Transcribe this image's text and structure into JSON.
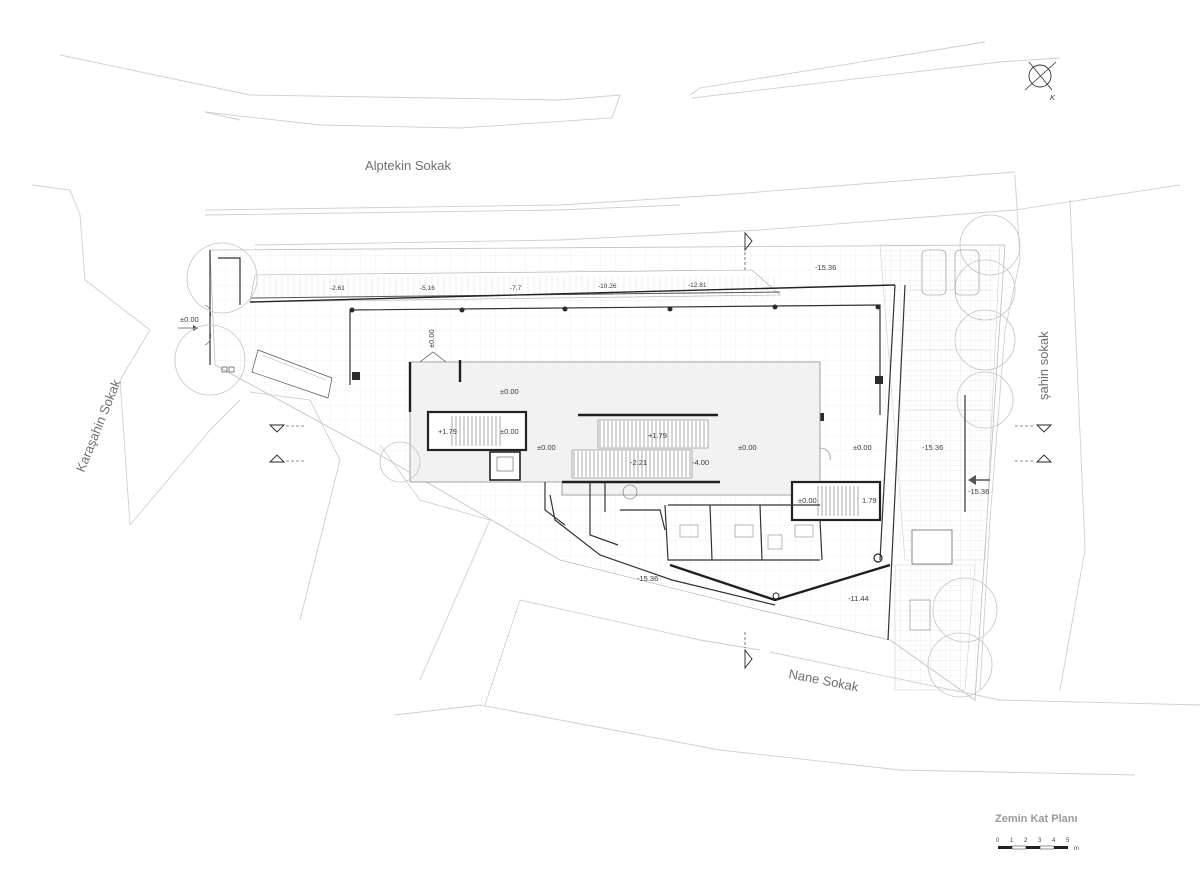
{
  "streets": {
    "north": "Alptekin Sokak",
    "west": "Karaşahin Sokak",
    "east": "şahin sokak",
    "south": "Nane Sokak"
  },
  "ramp_levels": [
    "-2.61",
    "-5.16",
    "-7.7",
    "-10.26",
    "-12.81"
  ],
  "levels": {
    "entrance_west": "±0.00",
    "entrance_top": "±0.00",
    "hall_a": "±0.00",
    "hall_b": "±0.00",
    "hall_c": "±0.00",
    "hall_d": "±0.00",
    "stair_w_up": "+1.79",
    "stair_w_dn": "±0.00",
    "stair_c_up": "+1.79",
    "stair_c_dn": "-2.21",
    "stair_c_dn2": "-4.00",
    "stair_e_a": "±0.00",
    "stair_e_b": "1.79",
    "yard_ne": "-15.36",
    "yard_e": "-15.36",
    "yard_e_arrow": "-15.36",
    "yard_s": "-15.36",
    "yard_se": "-11.44"
  },
  "title": "Zemin Kat Planı",
  "scale": {
    "ticks": [
      "0",
      "1",
      "2",
      "3",
      "4",
      "5"
    ],
    "unit": "m"
  },
  "north_mark": "K",
  "colors": {
    "wall": "#1f1f1f",
    "line": "#c8c8c8",
    "text": "#6f6f6f"
  }
}
